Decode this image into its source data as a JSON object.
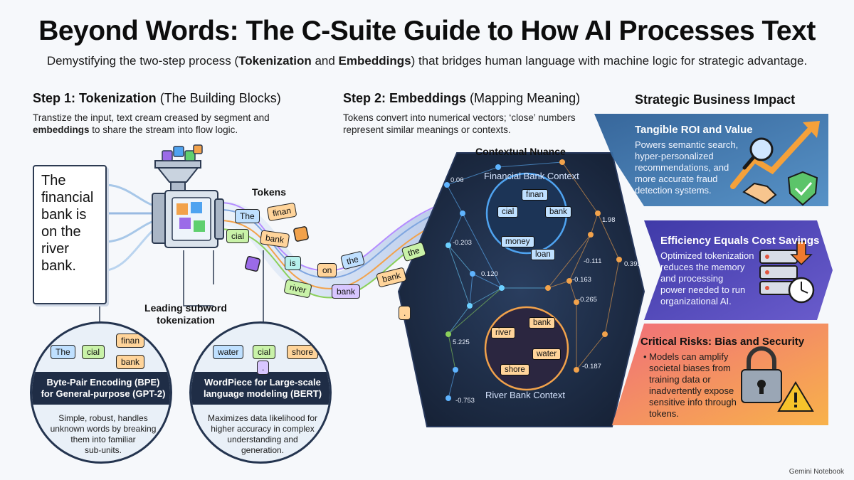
{
  "header": {
    "title": "Beyond Words: The C-Suite Guide to How AI Processes Text",
    "subtitle_pre": "Demystifying the two-step process (",
    "subtitle_b1": "Tokenization",
    "subtitle_mid": " and ",
    "subtitle_b2": "Embeddings",
    "subtitle_post": ") that bridges human language with machine logic for strategic advantage."
  },
  "step1": {
    "head_bold": "Step 1: Tokenization",
    "head_light": " (The Building Blocks)",
    "desc_line1": "Transtize the input, text cream creased by segment and",
    "desc_bold": "embeddings",
    "desc_line2": " to share the stream into flow logic.",
    "sentence": "The financial bank is on the river bank.",
    "tokens_label": "Tokens",
    "tokens": [
      "The",
      "finan",
      "cial",
      "bank",
      "is",
      "on",
      "the",
      "river",
      "bank",
      "the",
      "bank",
      "."
    ],
    "subword_label_line1": "Leading subword",
    "subword_label_line2": "tokenization",
    "bpe": {
      "chips": [
        "The",
        "cial",
        "finan",
        "bank"
      ],
      "title_line1": "Byte-Pair Encoding (BPE)",
      "title_line2": "for General-purpose (GPT-2)",
      "desc": [
        "Simple, robust, handles",
        "unknown words by breaking",
        "them into familiar",
        "sub-units."
      ]
    },
    "wordpiece": {
      "chips": [
        "water",
        "cial",
        "shore",
        "."
      ],
      "title_line1": "WordPiece for Large-scale",
      "title_line2": "language modeling (BERT)",
      "desc": [
        "Maximizes data likelihood for",
        "higher accuracy in complex",
        "understanding and",
        "generation."
      ]
    }
  },
  "step2": {
    "head_bold": "Step 2: Embeddings",
    "head_light": " (Mapping Meaning)",
    "desc_line1": "Tokens convert into numerical vectors; ‘close’ numbers",
    "desc_line2": "represent similar meanings or contexts.",
    "nuance_label": "Contextual Nuance",
    "financial_context": "Financial Bank Context",
    "financial_chips": [
      "finan",
      "cial",
      "bank",
      "money",
      "loan"
    ],
    "river_context": "River Bank Context",
    "river_chips": [
      "river",
      "bank",
      "water",
      "shore"
    ],
    "numbers": [
      "0.0θ",
      "-0.203",
      "0.120",
      "1.98",
      "0.391",
      "-0.111",
      "-0.163",
      "-0.265",
      "5.225",
      "-0.187",
      "-0.753"
    ]
  },
  "impact": {
    "head": "Strategic Business Impact",
    "roi": {
      "title": "Tangible ROI and Value",
      "text": [
        "Powers semantic search,",
        "hyper-personalized",
        "recommendations, and",
        "more accurate fraud",
        "detection systems."
      ]
    },
    "efficiency": {
      "title": "Efficiency Equals Cost Savings",
      "text": [
        "Optimized tokenization",
        "reduces the memory",
        "and processing",
        "power needed to run",
        "organizational AI."
      ]
    },
    "risks": {
      "title": "Critical Risks: Bias and Security",
      "text": [
        "• Models can amplify",
        "societal biases from",
        "training data or",
        "inadvertently expose",
        "sensitive info through",
        "tokens."
      ]
    }
  },
  "footer": {
    "watermark": "Gemini Notebook"
  },
  "colors": {
    "navy": "#1f2d46",
    "network_bg": "#1c2940",
    "roi": "#3f6fa5",
    "efficiency": "#5a4fb8",
    "risks": "#f59a3f"
  },
  "icons": [
    "puzzle-pieces-icon",
    "funnel-icon",
    "magnifier-icon",
    "growth-arrow-icon",
    "handshake-icon",
    "shield-check-icon",
    "server-icon",
    "clock-icon",
    "padlock-icon",
    "warning-icon"
  ]
}
